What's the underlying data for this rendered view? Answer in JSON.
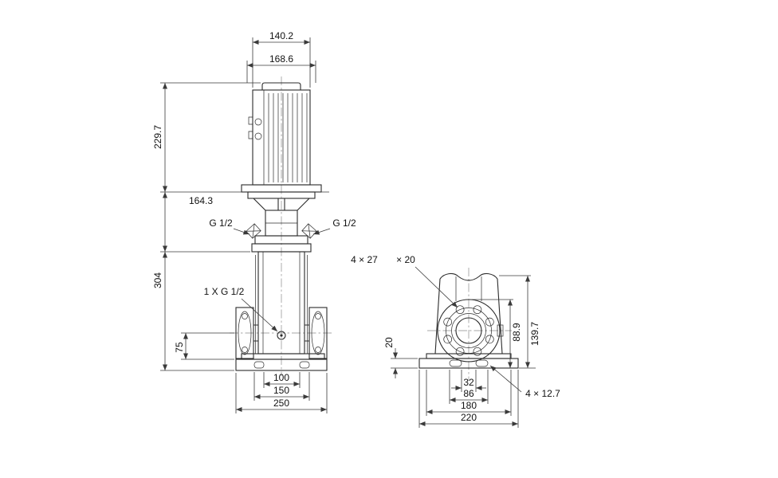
{
  "front_view": {
    "dims": {
      "motor_width": "140.2",
      "motor_overall": "168.6",
      "motor_height": "229.7",
      "head_height": "164.3",
      "body_height": "304",
      "port_height": "75",
      "holes_inner": "100",
      "holes_outer": "150",
      "flange_to_flange": "250"
    },
    "labels": {
      "port_left": "G 1/2",
      "port_right": "G 1/2",
      "drain": "1 X G 1/2"
    }
  },
  "end_view": {
    "dims": {
      "base_height": "20",
      "pipe_od": "88.9",
      "overall_height": "139.7",
      "slots_inner": "32",
      "slots_outer": "86",
      "base_top_width": "180",
      "base_width": "220"
    },
    "labels": {
      "holes_a": "4 × 27",
      "holes_b": "× 20",
      "slots": "4 × 12.7"
    }
  }
}
